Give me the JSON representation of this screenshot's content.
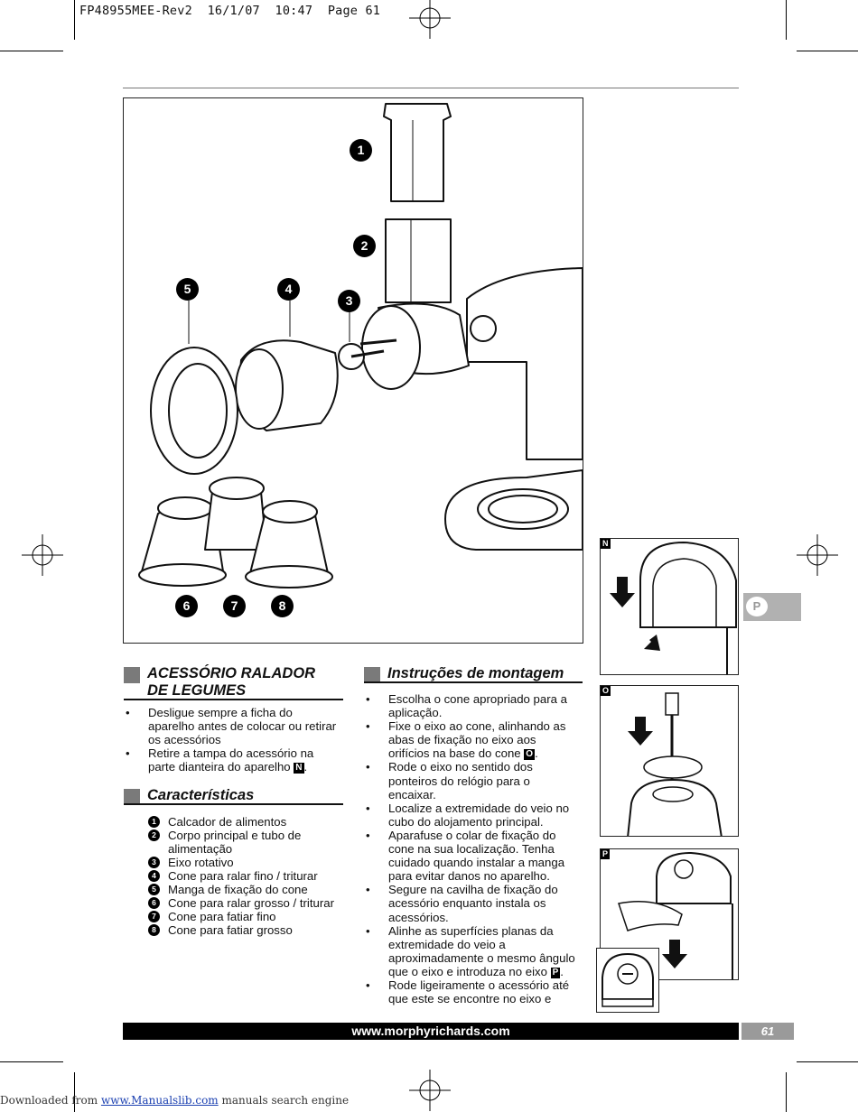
{
  "slug": "FP48955MEE-Rev2  16/1/07  10:47  Page 61",
  "figure": {
    "callouts": [
      "1",
      "2",
      "3",
      "4",
      "5",
      "6",
      "7",
      "8"
    ]
  },
  "side_figures": {
    "n": "N",
    "o": "O",
    "p": "P"
  },
  "lang_tab": "P",
  "section1": {
    "title_line1": "ACESSÓRIO RALADOR",
    "title_line2": "DE LEGUMES",
    "bullets": [
      [
        "Desligue sempre a ficha do",
        "aparelho antes de colocar ou retirar",
        "os acessórios"
      ],
      [
        "Retire a tampa do acessório na",
        "parte dianteira do aparelho "
      ]
    ],
    "bullet2_ref": "N"
  },
  "section2": {
    "title": "Características",
    "items": [
      {
        "num": "1",
        "lines": [
          "Calcador de alimentos"
        ]
      },
      {
        "num": "2",
        "lines": [
          "Corpo principal e tubo de",
          "alimentação"
        ]
      },
      {
        "num": "3",
        "lines": [
          "Eixo rotativo"
        ]
      },
      {
        "num": "4",
        "lines": [
          "Cone para ralar fino / triturar"
        ]
      },
      {
        "num": "5",
        "lines": [
          "Manga de fixação do cone"
        ]
      },
      {
        "num": "6",
        "lines": [
          "Cone para ralar grosso / triturar"
        ]
      },
      {
        "num": "7",
        "lines": [
          "Cone para fatiar fino"
        ]
      },
      {
        "num": "8",
        "lines": [
          "Cone para fatiar grosso"
        ]
      }
    ]
  },
  "section3": {
    "title": "Instruções de montagem",
    "b1": [
      "Escolha o cone apropriado para a",
      "aplicação."
    ],
    "b2": [
      "Fixe o eixo ao cone, alinhando as",
      "abas de fixação no eixo aos",
      "orifícios na base do cone "
    ],
    "b2_ref": "O",
    "b3": [
      "Rode o eixo no sentido dos",
      "ponteiros do relógio para o",
      "encaixar."
    ],
    "b4": [
      "Localize a extremidade do veio no",
      "cubo do alojamento principal."
    ],
    "b5": [
      "Aparafuse o colar de fixação do",
      "cone na sua localização. Tenha",
      "cuidado quando instalar a manga",
      "para evitar danos no aparelho."
    ],
    "b6": [
      "Segure na cavilha de fixação do",
      "acessório enquanto instala os",
      "acessórios."
    ],
    "b7": [
      "Alinhe as superfícies planas da",
      "extremidade do veio a",
      "aproximadamente o mesmo ângulo",
      "que o eixo e introduza no eixo "
    ],
    "b7_ref": "P",
    "b8": [
      "Rode ligeiramente o acessório até",
      "que este se encontre no eixo e"
    ]
  },
  "footer": {
    "url": "www.morphyrichards.com",
    "page": "61"
  },
  "download": {
    "prefix": "Downloaded from ",
    "link": "www.Manualslib.com",
    "suffix": " manuals search engine"
  }
}
